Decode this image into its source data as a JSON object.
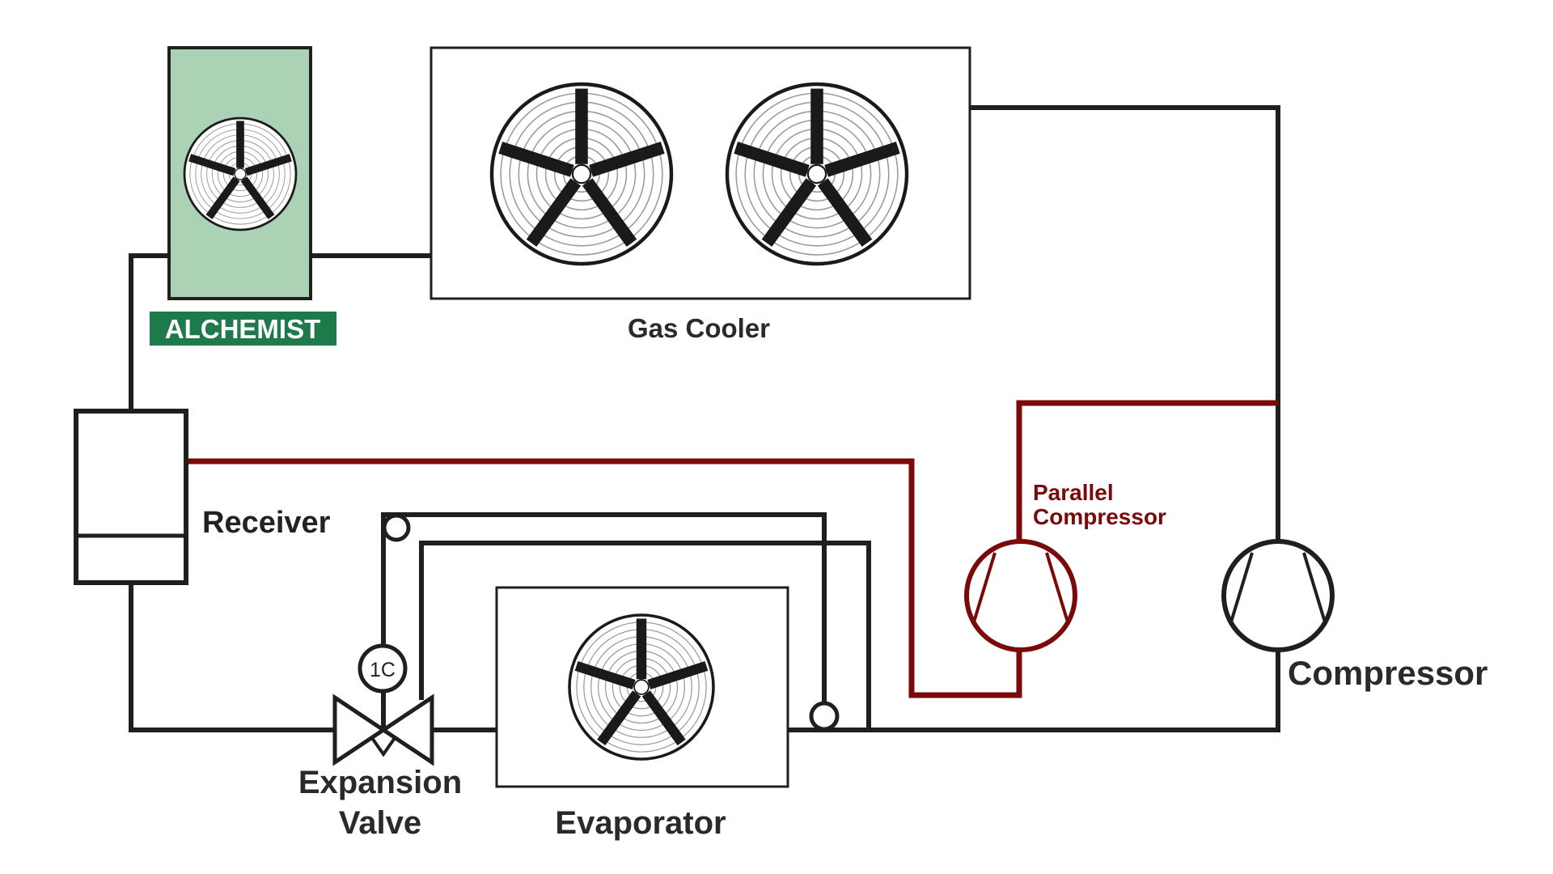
{
  "title": "CO2 transcritical refrigeration system with parallel compressor and Alchemist unit",
  "colors": {
    "pipe": "#1f1f1f",
    "parallel_circuit": "#7a0a0a",
    "alchemist_fill": "#acd2b6",
    "alchemist_badge": "#1e7a4a",
    "badge_text": "#ffffff"
  },
  "components": {
    "alchemist": {
      "label": "ALCHEMIST",
      "icon": "fan-icon"
    },
    "gas_cooler": {
      "label": "Gas Cooler",
      "fan_count": 2,
      "icon": "fan-icon"
    },
    "receiver": {
      "label": "Receiver"
    },
    "parallel_compressor": {
      "label_line1": "Parallel",
      "label_line2": "Compressor",
      "icon": "compressor-icon"
    },
    "compressor": {
      "label": "Compressor",
      "icon": "compressor-icon"
    },
    "expansion_valve": {
      "label_line1": "Expansion",
      "label_line2": "Valve",
      "sensor_tag": "1C",
      "icon": "expansion-valve-icon"
    },
    "evaporator": {
      "label": "Evaporator",
      "fan_count": 1,
      "icon": "fan-icon"
    }
  }
}
